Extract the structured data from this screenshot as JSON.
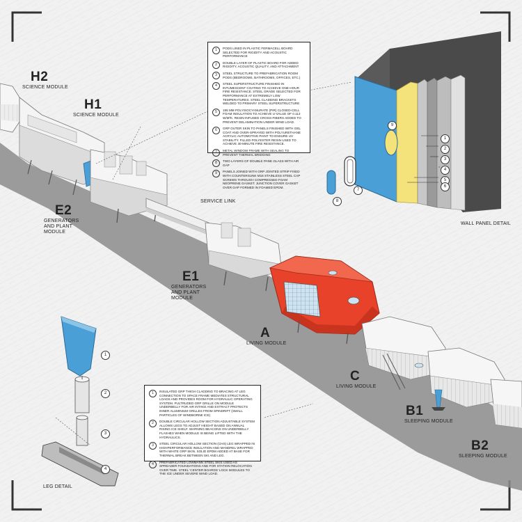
{
  "modules": {
    "h2": {
      "code": "H2",
      "name": "SCIENCE MODULE"
    },
    "h1": {
      "code": "H1",
      "name": "SCIENCE MODULE"
    },
    "e2": {
      "code": "E2",
      "name": "GENERATORS AND PLANT MODULE"
    },
    "service_link": {
      "name": "SERVICE LINK"
    },
    "e1": {
      "code": "E1",
      "name": "GENERATORS AND PLANT MODULE"
    },
    "a": {
      "code": "A",
      "name": "LIVING MODULE"
    },
    "c": {
      "code": "C",
      "name": "LIVING MODULE"
    },
    "b1": {
      "code": "B1",
      "name": "SLEEPING MODULE"
    },
    "b2": {
      "code": "B2",
      "name": "SLEEPING MODULE"
    }
  },
  "details": {
    "wall_panel": "WALL PANEL DETAIL",
    "leg": "LEG DETAIL"
  },
  "wall_notes": [
    {
      "n": "1",
      "text": "PODS LINED IN PLASTIC FERMACELL BOARD SELECTED FOR RIGIDITY AND ACOUSTIC PERFORMANCE"
    },
    {
      "n": "2",
      "text": "DOUBLE LAYER OF PLASTIC BOARD FOR ADDED RIGIDITY, ACOUSTIC QUALITY, AND ATTACHMENT"
    },
    {
      "n": "3",
      "text": "STEEL STRUCTURE TO PREFABRICATION ROOM PODS (BEDROOMS, BATHROOMS, OFFICES, ETC.)"
    },
    {
      "n": "4",
      "text": "STEEL SUPERSTRUCTURE FINISHED IN INTUMESCENT COATING TO ACHIEVE ONE-HOUR FIRE RESISTANCE. STEEL GRADE SELECTED FOR PERFORMANCE AT EXTREMELY LOW TEMPERATURES. STEEL CLADDING BRACKETS WELDED TO PRIMARY STEEL SUPERSTRUCTURE"
    },
    {
      "n": "5",
      "text": "195 MM POLYISOCYANURATE (PIR) CLOSED-CELL FOAM INSULATION TO ACHIEVE U-VALUE OF 0.113 W/M²K. RESIN-INFUSED CROSS-FIBERS ADDED TO PREVENT DELAMINATION UNDER WIND LOAD."
    },
    {
      "n": "6",
      "text": "GRP OUTER SKIN TO PANELS FINISHED WITH GEL COAT AND OVER-SPRAYED WITH POLYURETHANE ACRYLIC AUTOMOTIVE PAINT TO ENSURE UV STABILITY. FILLED POLYESTER RESIN USED TO ACHIEVE 30-MINUTE FIRE RESISTANCE."
    },
    {
      "n": "7",
      "text": "METAL WINDOW FRAME WITH SEALING TO PREVENT THERMAL BRIDGING"
    },
    {
      "n": "8",
      "text": "TWO LAYERS OF DOUBLE PANE GLASS WITH AIR GAP"
    },
    {
      "n": "9",
      "text": "PANELS JOINED WITH GRP JOINTED STRIP FIXED WITH COUNTERSUNK M18 STAINLESS STEEL CAP SCREWS THROUGH COMPRESSED FOAM NEOPRENE GASKET. JUNCTION COVER GASKET OVER GAP FORMED IN FOAMED EPDM."
    }
  ],
  "leg_notes": [
    {
      "n": "1",
      "text": "INSULATED GRP THIGH CLADDING TO BRACING AT LEG CONNECTION TO SPACE FRAME MEDIATES STRUCTURAL LOADS AND PROVIDES ROOM FOR HYDRAULIC OPERATING SYSTEM. PULTRUDED GRP GRILLE ON MODULE UNDERBELLY FOR AIR INTAKE AND EXTRACT PROTECTS INNER ALUMINIUM GRILLES FROM SPINDRIFT (SMALL PARTICLES OF WINDBORNE ICE)"
    },
    {
      "n": "2",
      "text": "DOUBLE CIRCULAR HOLLOW SECTION ADJUSTABLE SYSTEM ALLOWS LEGS TO ADJUST HEIGHT BASED ON ANNUAL RISING ICE SHELF. WARNING BEACONS ON UNDERBELLY FLASHES WHEN MODULE IS BEING LIFTED WITH THE HYDRAULICS."
    },
    {
      "n": "3",
      "text": "STEEL CIRCULAR HOLLOW SECTION (CHS) LEG WRAPPED IN HIGHPERFORMANCE INSULATION AND MANDREL WRAPPED WITH WHITE GRP SKIN. SOLID EPDM ADDED AT BASE FOR THERMAL BREAK BETWEEN SKI AND LEG."
    },
    {
      "n": "4",
      "text": "PREFABRICATED LOWMANN STEEL SKIS USED AS SPREADER FOUNDATIONS AND FOR STATION RELOCATION OVER TIME. STEEL 'CENTER BOARDS' LOCK MODULES TO THE ICE UNDER SEVERE WIND LOAD."
    }
  ],
  "wall_callouts": [
    "1",
    "2",
    "3",
    "4",
    "5",
    "6",
    "7",
    "8",
    "9"
  ],
  "leg_callouts": [
    "1",
    "2",
    "3",
    "4"
  ],
  "colors": {
    "accent_red": "#e8432a",
    "panel_blue": "#4a9fd6",
    "insulation_yellow": "#f4e27a",
    "shadow": "#8e8e8e"
  }
}
